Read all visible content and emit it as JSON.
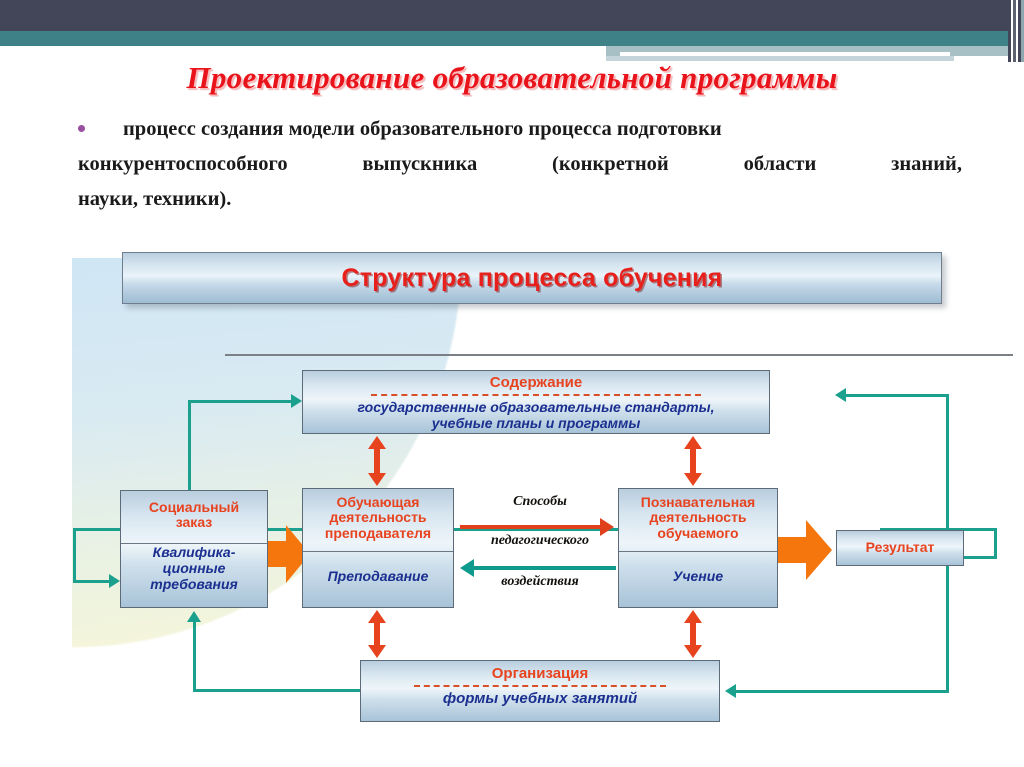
{
  "slide": {
    "headline": "Проектирование образовательной программы",
    "bullet_icon": "bullet-dot",
    "body_line1": "процесс создания модели образовательного процесса подготовки",
    "body_line2": "конкурентоспособного выпускника (конкретной области знаний,",
    "body_line3": "науки, техники)."
  },
  "diagram": {
    "banner_title": "Структура процесса обучения",
    "nodes": {
      "content": {
        "head": "Содержание",
        "sub_line1": "государственные образовательные стандарты,",
        "sub_line2": "учебные планы и программы"
      },
      "social": {
        "head_line1": "Социальный",
        "head_line2": "заказ",
        "sub_line1": "Квалифика-",
        "sub_line2": "ционные",
        "sub_line3": "требования"
      },
      "teacher": {
        "head_line1": "Обучающая",
        "head_line2": "деятельность",
        "head_line3": "преподавателя",
        "sub": "Преподавание"
      },
      "learner": {
        "head_line1": "Познавательная",
        "head_line2": "деятельность",
        "head_line3": "обучаемого",
        "sub": "Учение"
      },
      "result": {
        "head": "Результат"
      },
      "organization": {
        "head": "Организация",
        "sub": "формы учебных занятий"
      }
    },
    "middle_labels": {
      "top": "Способы",
      "middle": "педагогического",
      "bottom": "воздействия"
    }
  },
  "colors": {
    "headline_red": "#e8131b",
    "node_head_red": "#e8431f",
    "node_sub_blue": "#1a2f8f",
    "connector_teal": "#1aa08c",
    "arrow_orange": "#f4760d",
    "arrow_red": "#e8431f",
    "header_dark": "#434659",
    "header_teal": "#3e8186",
    "bullet_purple": "#9b4fa0"
  }
}
